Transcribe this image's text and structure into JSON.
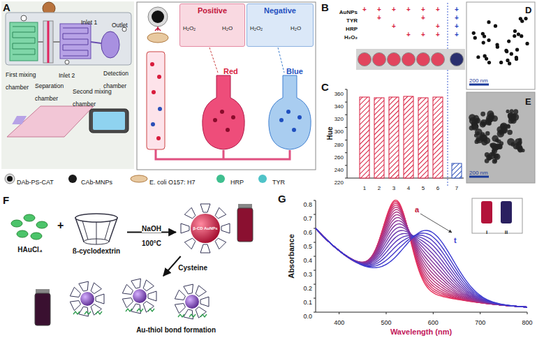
{
  "diagram": {
    "nodes": [
      {
        "text": [
          "Positive"
        ]
      },
      {
        "text": [
          "Negative"
        ]
      },
      {
        "text": [
          "HAuCl₄"
        ]
      },
      {
        "text": [
          "ß-cyclodextrin"
        ]
      },
      {
        "text": [
          "β-CD AuNPs"
        ]
      },
      {
        "text": [
          "Au-thiol bond formation"
        ]
      }
    ],
    "edges": [
      {
        "from": 3,
        "to": 4,
        "arrow": "to",
        "label": "NaOH"
      },
      {
        "from": 4,
        "to": 5,
        "arrow": "to",
        "label": "Cysteine"
      }
    ],
    "labels": [
      "A",
      "Inlet 1",
      "First mixing chamber",
      "Separation chamber",
      "Inlet 2",
      "Second mixing chamber",
      "Outlet",
      "Detection chamber",
      "H₂O₂",
      "H₂O",
      "H₂O₂",
      "H₂O",
      "Red",
      "Blue",
      "B",
      "AuNPs",
      "TYR",
      "HRP",
      "H₂O₂",
      "+",
      "+",
      "+",
      "+",
      "+",
      "+",
      "+",
      "+",
      "+",
      "+",
      "+",
      "+",
      "+",
      "+",
      "+",
      "+",
      "+",
      "C",
      "Hue",
      "360",
      "340",
      "320",
      "300",
      "280",
      "260",
      "240",
      "220",
      "1",
      "2",
      "3",
      "4",
      "5",
      "6",
      "7",
      "D",
      "200 nm",
      "E",
      "200 nm",
      "F",
      "+",
      "100°C",
      "G",
      "Absorbance",
      "Wavelength (nm)",
      "0.8",
      "0.7",
      "0.6",
      "0.5",
      "0.4",
      "0.3",
      "0.2",
      "0.1",
      "0.0",
      "400",
      "500",
      "600",
      "700",
      "800",
      "a",
      "t",
      "i",
      "ii"
    ],
    "legend": [
      {
        "text": "DAb-PS-CAT"
      },
      {
        "text": "CAb-MNPs",
        "color": "#1a1a1a"
      },
      {
        "text": "E. coli O157: H7"
      },
      {
        "text": "HRP",
        "color": "#3fbf8f"
      },
      {
        "text": "TYR",
        "color": "#4fc3c8"
      }
    ]
  }
}
